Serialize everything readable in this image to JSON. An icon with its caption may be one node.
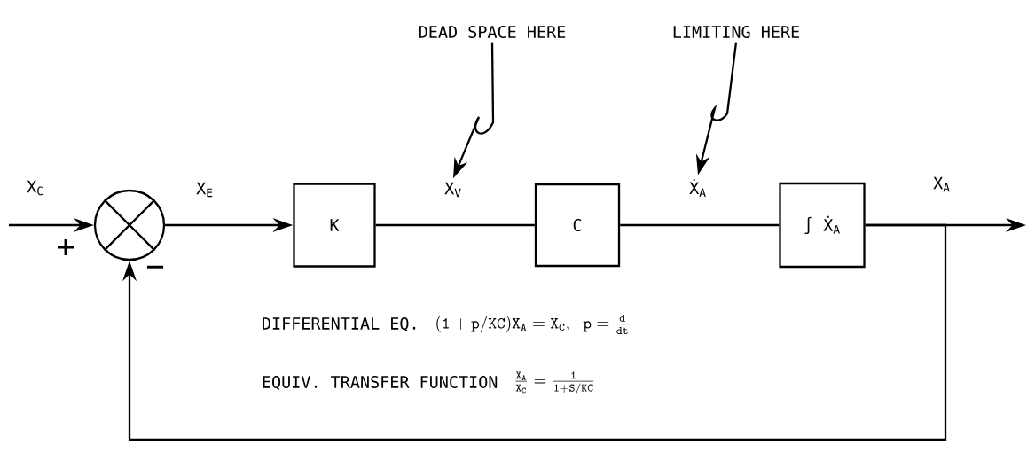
{
  "diagram": {
    "nodes": [
      {
        "text": [],
        "shape": "circle"
      },
      {
        "text": [
          "K"
        ]
      },
      {
        "text": [
          "C"
        ]
      },
      {
        "text": [
          "∫ Ẋ$_{A}$"
        ]
      },
      {
        "text": [
          "DEAD SPACE HERE"
        ]
      },
      {
        "text": [
          "LIMITING HERE"
        ]
      },
      {
        "text": [
          "X$_{V}$"
        ]
      },
      {
        "text": [
          "Ẋ$_{A}$"
        ]
      }
    ],
    "edges": [
      {
        "from": null,
        "to": 0,
        "arrow": "to"
      },
      {
        "from": 0,
        "to": 1,
        "arrow": "to"
      },
      {
        "from": 1,
        "to": 2,
        "arrow": "none"
      },
      {
        "from": 2,
        "to": 3,
        "arrow": "none"
      },
      {
        "from": 3,
        "to": null,
        "arrow": "to"
      },
      {
        "from": 3,
        "to": 0,
        "arrow": "to"
      },
      {
        "from": 4,
        "to": 6,
        "arrow": "to"
      },
      {
        "from": 5,
        "to": 7,
        "arrow": "to"
      }
    ],
    "labels": [
      "X$_{C}$",
      "+",
      "−",
      "X$_{E}$",
      "X$_{A}$",
      "DIFFERENTIAL EQ.",
      "\\mathtt{(1 + p/KC)X_{A} = X_{C},\\ p = \\frac{d}{dt}}",
      "EQUIV. TRANSFER FUNCTION",
      "\\mathtt{\\frac{X_{A}}{X_{C}} = \\frac{1}{1 + S/KC}}"
    ]
  }
}
